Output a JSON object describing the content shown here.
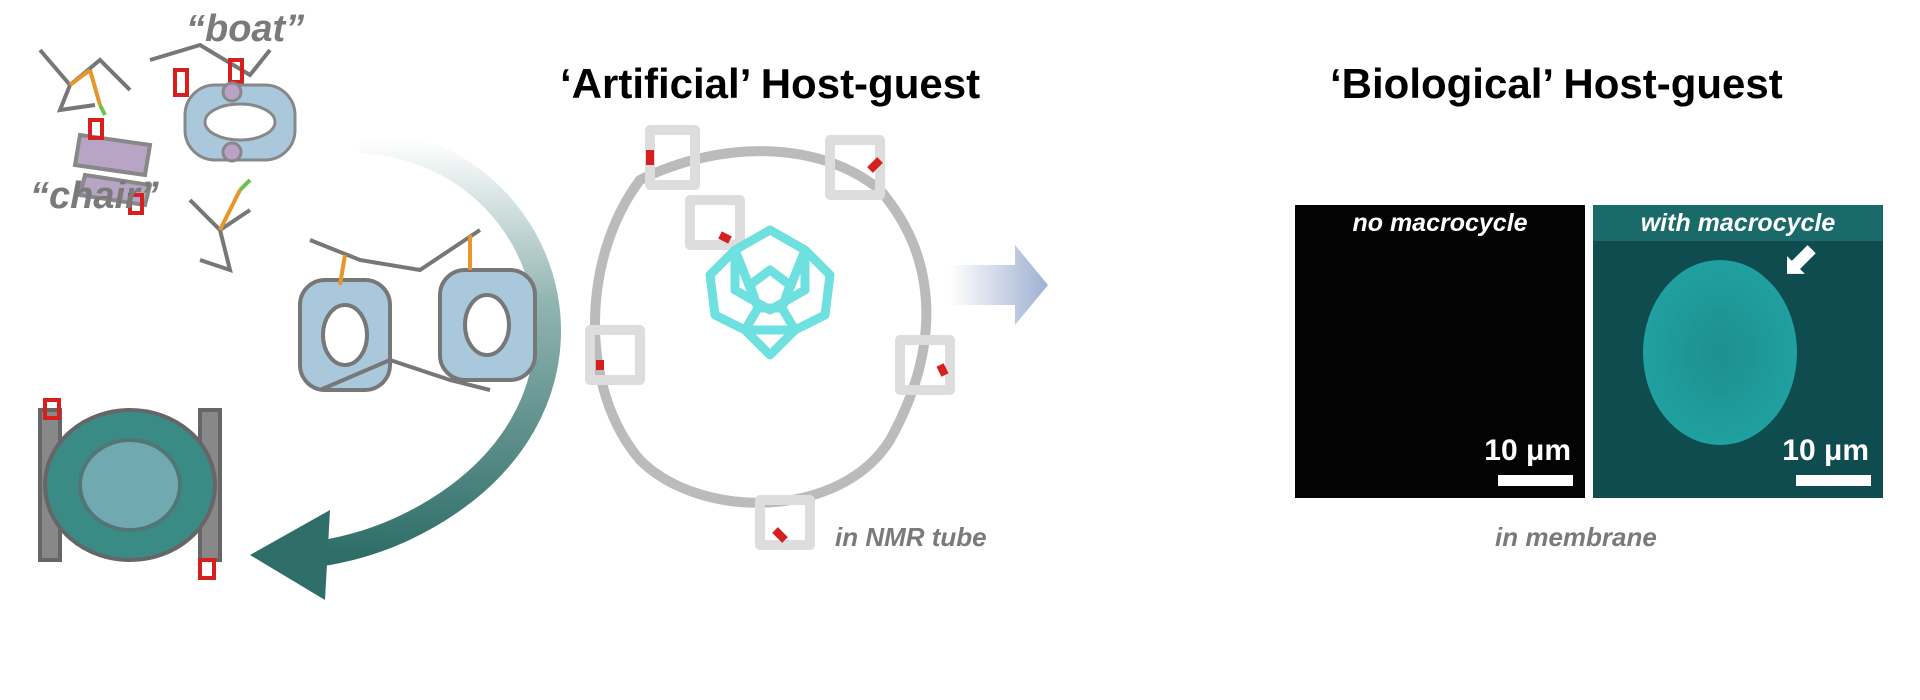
{
  "left_panel": {
    "boat_label": "“boat”",
    "chair_label": "“chair”"
  },
  "middle_panel": {
    "title": "‘Artificial’ Host-guest",
    "caption": "in NMR tube"
  },
  "right_panel": {
    "title": "‘Biological’ Host-guest",
    "caption": "in membrane",
    "images": [
      {
        "label": "no macrocycle",
        "scale": "10 μm"
      },
      {
        "label": "with macrocycle",
        "scale": "10 μm"
      }
    ]
  },
  "colors": {
    "guest": "#6ee0e0",
    "arrow_teal": "#2f6e68",
    "oxygen": "#d62020",
    "carbon": "#8a8a8a",
    "cavity": "#3a8a86",
    "arrow_blue": "#a9b8d6"
  }
}
